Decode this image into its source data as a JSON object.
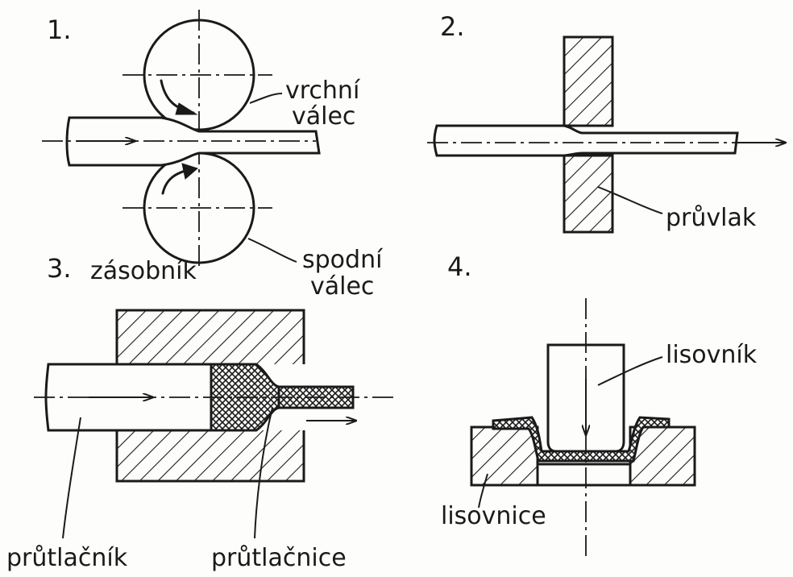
{
  "panels": {
    "p1": {
      "number": "1.",
      "label_top_1": "vrchní",
      "label_top_2": "válec",
      "label_bottom_1": "spodní",
      "label_bottom_2": "válec"
    },
    "p2": {
      "number": "2.",
      "label": "průvlak"
    },
    "p3": {
      "number": "3.",
      "label_container": "zásobník",
      "label_punch": "průtlačník",
      "label_die": "průtlačnice"
    },
    "p4": {
      "number": "4.",
      "label_punch": "lisovník",
      "label_die": "lisovnice"
    }
  },
  "colors": {
    "ink": "#1a1a1a",
    "paper": "#fdfdfb"
  }
}
